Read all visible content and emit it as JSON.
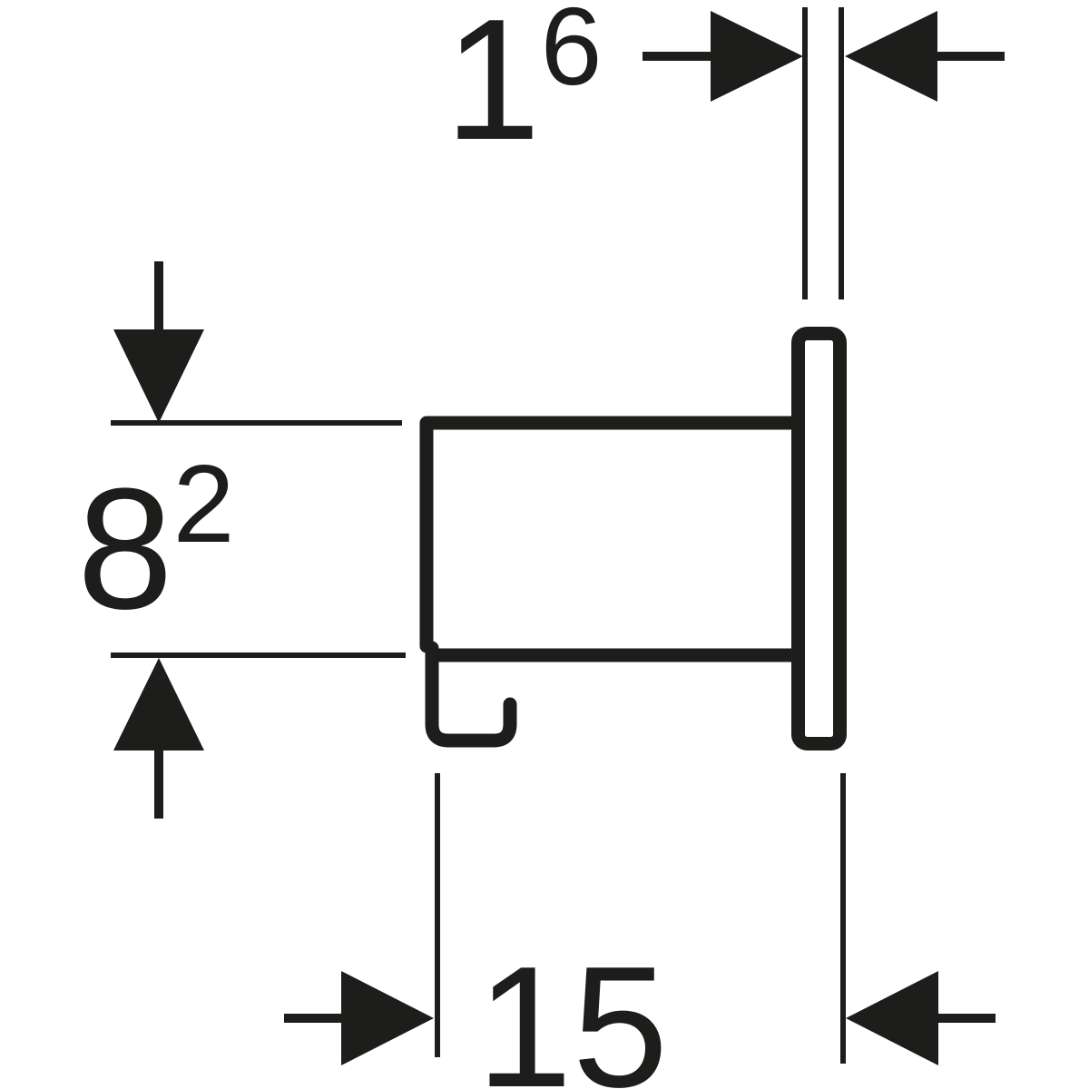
{
  "colors": {
    "ink": "#1d1d1b",
    "background": "#ffffff"
  },
  "drawing": {
    "type": "technical-dimension-drawing",
    "dimensions": {
      "top": {
        "value": "1",
        "superscript": "6"
      },
      "left": {
        "value": "8",
        "superscript": "2"
      },
      "bottom": {
        "value": "15",
        "superscript": ""
      }
    }
  }
}
